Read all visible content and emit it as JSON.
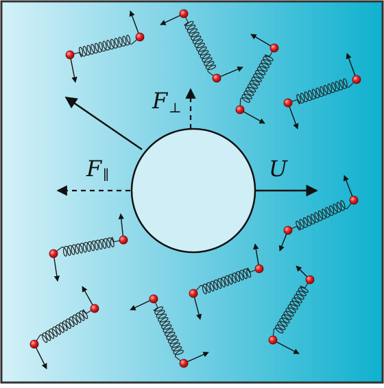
{
  "labels": {
    "u": "U",
    "f_perp": "F",
    "f_perp_sub": "⊥",
    "f_par": "F",
    "f_par_sub": "∥"
  },
  "colors": {
    "bg_left": "#d4f1f8",
    "bg_right": "#0fb1cf",
    "particle": "#cfeef5",
    "bead": "#e82424",
    "spring": "#222222",
    "frame": "#333333"
  },
  "icons": {
    "dumbbell": "spring-dumbbell-icon",
    "bead": "red-sphere-bead-icon",
    "arrow": "arrow-icon"
  }
}
